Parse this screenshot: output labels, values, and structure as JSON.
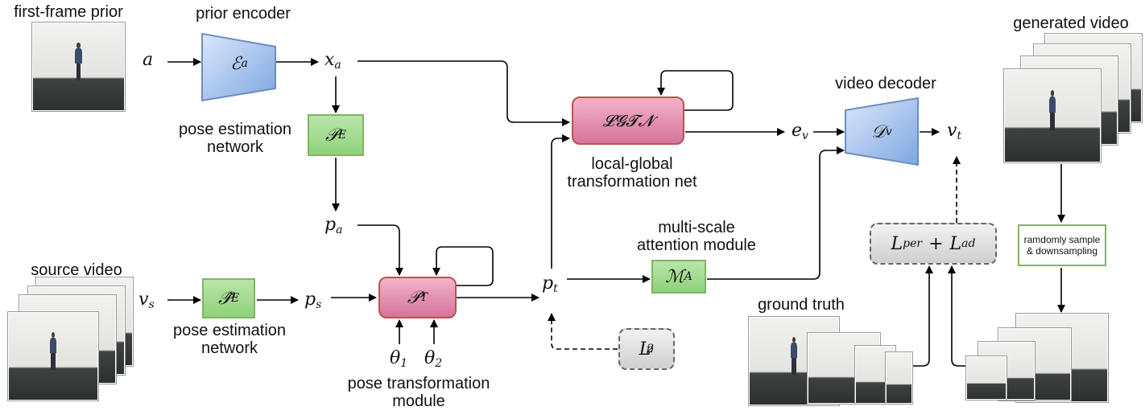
{
  "labels": {
    "first_frame_prior": "first-frame prior",
    "prior_encoder": "prior encoder",
    "pose_estimation_network_top_1": "pose estimation",
    "pose_estimation_network_top_2": "network",
    "local_global_1": "local-global",
    "local_global_2": "transformation net",
    "video_decoder": "video decoder",
    "generated_video": "generated video",
    "multiscale_1": "multi-scale",
    "multiscale_2": "attention module",
    "source_video": "source video",
    "pose_estimation_network_bottom_1": "pose estimation",
    "pose_estimation_network_bottom_2": "network",
    "pose_transformation_1": "pose transformation",
    "pose_transformation_2": "module",
    "ground_truth": "ground truth",
    "sample_note": "ramdomly sample & downsampling"
  },
  "symbols": {
    "a": "a",
    "x_a": "x",
    "x_a_sub": "a",
    "e_v": "e",
    "e_v_sub": "v",
    "v_t": "v",
    "v_t_sub": "t",
    "p_a": "p",
    "p_a_sub": "a",
    "v_s": "v",
    "v_s_sub": "s",
    "p_s": "p",
    "p_s_sub": "s",
    "p_t": "p",
    "p_t_sub": "t",
    "theta1": "θ",
    "theta1_sub": "1",
    "theta2": "θ",
    "theta2_sub": "2"
  },
  "modules": {
    "encoder": {
      "symbol": "ℰ",
      "sub": "a"
    },
    "pose_est": {
      "symbol": "𝒫",
      "sub": "E"
    },
    "pose_est_hat": {
      "symbol": "𝒫̂",
      "sub": "E"
    },
    "lgtn": {
      "symbol": "𝓛𝓖𝓣𝓝"
    },
    "pose_trans": {
      "symbol": "𝒫",
      "sub": "T"
    },
    "attention": {
      "symbol": "ℳ",
      "sub": "A"
    },
    "decoder": {
      "symbol": "𝒟",
      "sub": "v"
    },
    "loss_main": {
      "L1": "L",
      "L1_sub": "per",
      "plus": "+",
      "L2": "L",
      "L2_sub": "ad"
    },
    "loss_pose": {
      "L": "L",
      "sub": "p",
      "sup": "2"
    }
  },
  "colors": {
    "encoder_blue": "#7ea6e0",
    "green": "#8fd27b",
    "pink": "#d5739b",
    "gray": "#cfcfcf"
  }
}
